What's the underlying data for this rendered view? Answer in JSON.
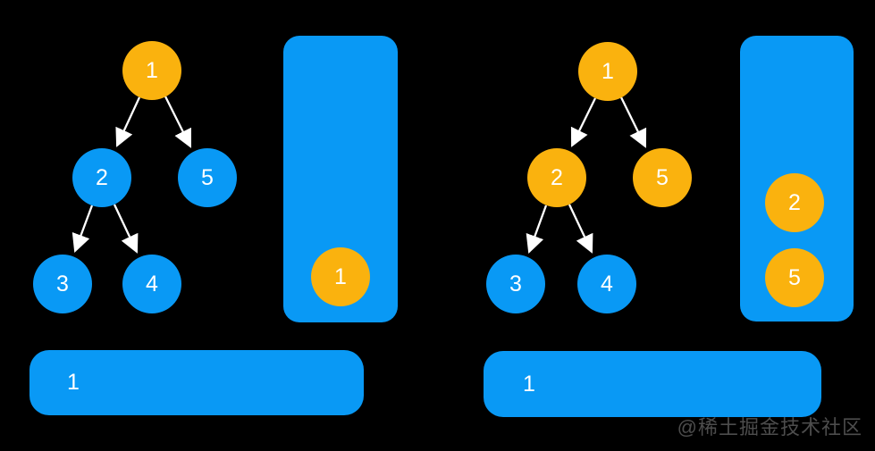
{
  "colors": {
    "background": "#000000",
    "node_blue": "#0999F5",
    "node_orange": "#FAB20E",
    "arrow": "#FFFFFF",
    "watermark_gray": "#4D4D4D"
  },
  "panels": [
    {
      "name": "left-stage",
      "tree": {
        "nodes": [
          {
            "label": "1",
            "color": "orange"
          },
          {
            "label": "2",
            "color": "blue"
          },
          {
            "label": "5",
            "color": "blue"
          },
          {
            "label": "3",
            "color": "blue"
          },
          {
            "label": "4",
            "color": "blue"
          }
        ],
        "edges": [
          [
            "1",
            "2"
          ],
          [
            "1",
            "5"
          ],
          [
            "2",
            "3"
          ],
          [
            "2",
            "4"
          ]
        ]
      },
      "stack": {
        "items": [
          {
            "label": "1",
            "color": "orange"
          }
        ]
      },
      "output": {
        "items": [
          {
            "label": "1"
          }
        ]
      }
    },
    {
      "name": "right-stage",
      "tree": {
        "nodes": [
          {
            "label": "1",
            "color": "orange"
          },
          {
            "label": "2",
            "color": "orange"
          },
          {
            "label": "5",
            "color": "orange"
          },
          {
            "label": "3",
            "color": "blue"
          },
          {
            "label": "4",
            "color": "blue"
          }
        ],
        "edges": [
          [
            "1",
            "2"
          ],
          [
            "1",
            "5"
          ],
          [
            "2",
            "3"
          ],
          [
            "2",
            "4"
          ]
        ]
      },
      "stack": {
        "items": [
          {
            "label": "2",
            "color": "orange"
          },
          {
            "label": "5",
            "color": "orange"
          }
        ]
      },
      "output": {
        "items": [
          {
            "label": "1"
          }
        ]
      }
    }
  ],
  "watermark": {
    "text": "@稀土掘金技术社区"
  }
}
